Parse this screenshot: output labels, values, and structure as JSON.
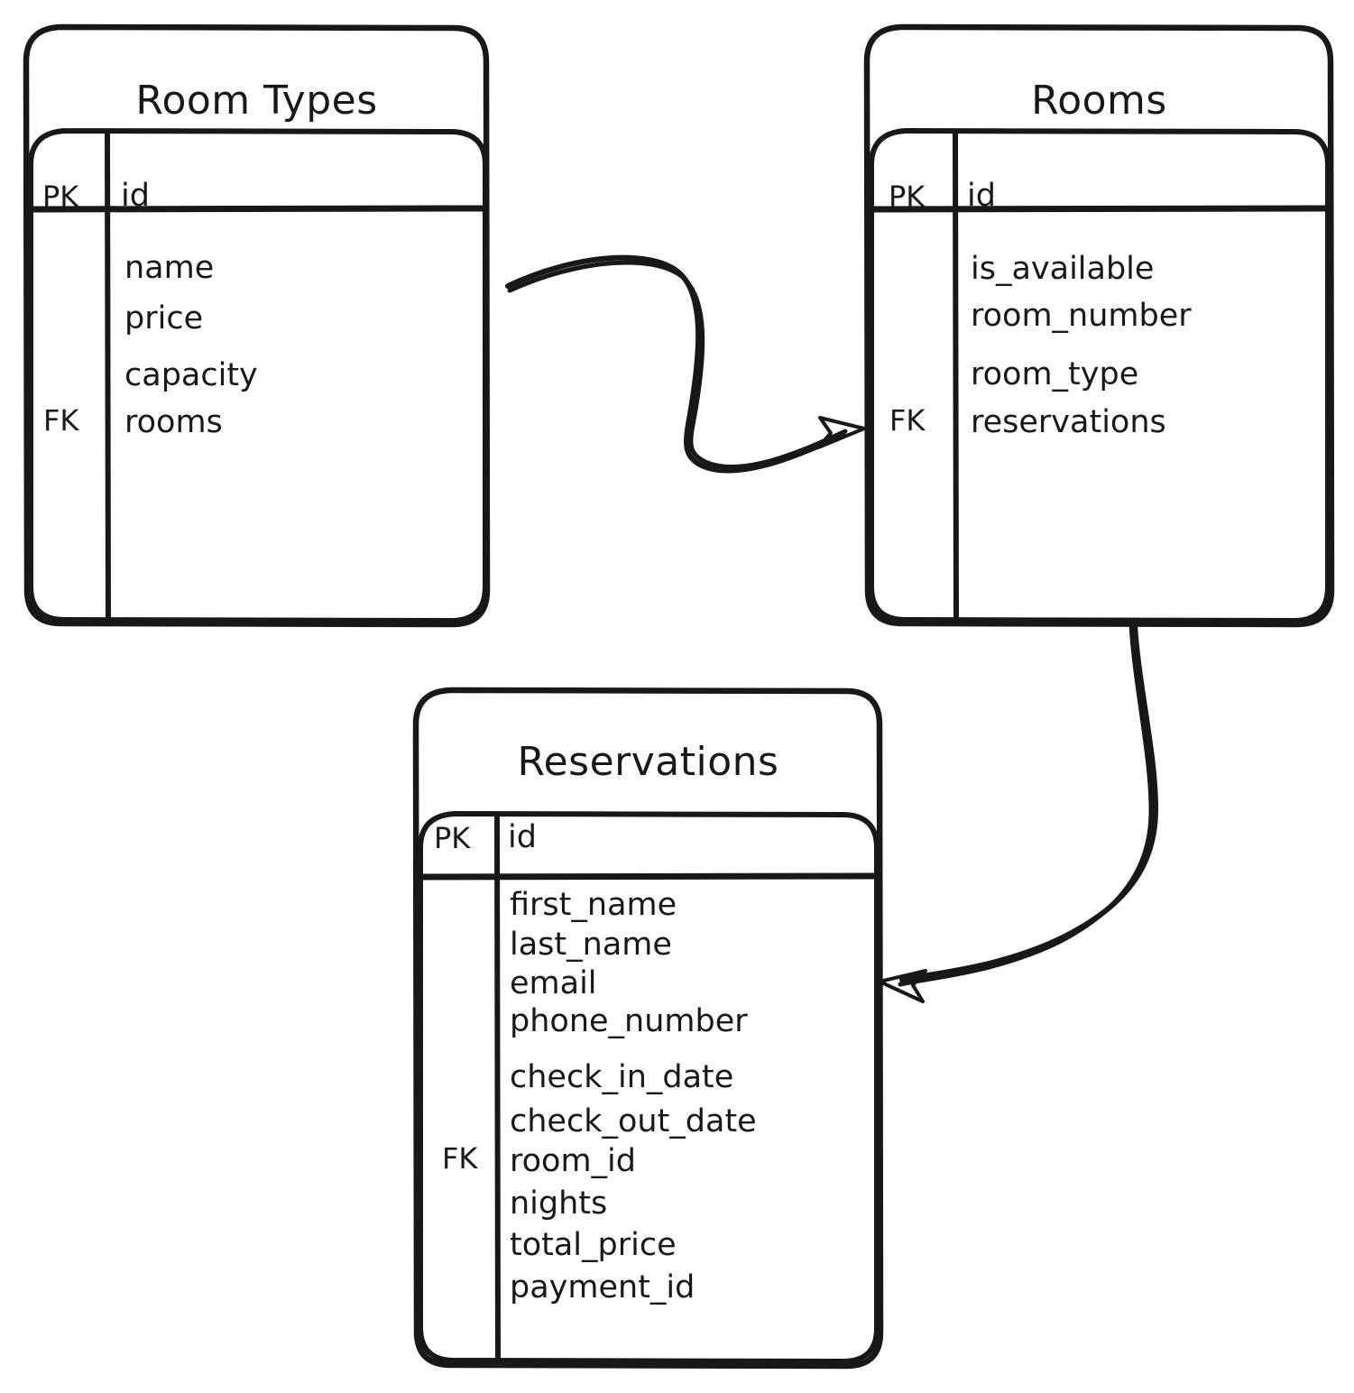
{
  "diagram": {
    "type": "entity-relationship-diagram",
    "style": "hand-drawn-sketch",
    "background_color": "#ffffff",
    "stroke_color": "#17181a",
    "entities": [
      {
        "id": "room_types",
        "title": "Room Types",
        "header": {
          "key": "PK",
          "field": "id"
        },
        "fk_label": "FK",
        "fields": [
          {
            "name": "name",
            "key": ""
          },
          {
            "name": "price",
            "key": ""
          },
          {
            "name": "capacity",
            "key": ""
          },
          {
            "name": "rooms",
            "key": "FK"
          }
        ]
      },
      {
        "id": "rooms",
        "title": "Rooms",
        "header": {
          "key": "PK",
          "field": "id"
        },
        "fk_label": "FK",
        "fields": [
          {
            "name": "is_available",
            "key": ""
          },
          {
            "name": "room_number",
            "key": ""
          },
          {
            "name": "room_type",
            "key": ""
          },
          {
            "name": "reservations",
            "key": "FK"
          }
        ]
      },
      {
        "id": "reservations",
        "title": "Reservations",
        "header": {
          "key": "PK",
          "field": "id"
        },
        "fk_label": "FK",
        "fields": [
          {
            "name": "first_name",
            "key": ""
          },
          {
            "name": "last_name",
            "key": ""
          },
          {
            "name": "email",
            "key": ""
          },
          {
            "name": "phone_number",
            "key": ""
          },
          {
            "name": "check_in_date",
            "key": ""
          },
          {
            "name": "check_out_date",
            "key": ""
          },
          {
            "name": "room_id",
            "key": "FK"
          },
          {
            "name": "nights",
            "key": ""
          },
          {
            "name": "total_price",
            "key": ""
          },
          {
            "name": "payment_id",
            "key": ""
          }
        ]
      }
    ],
    "relationships": [
      {
        "id": "rel-room-types-to-rooms",
        "from": "room_types",
        "to": "rooms",
        "marker": "arrow"
      },
      {
        "id": "rel-rooms-to-reservations",
        "from": "rooms",
        "to": "reservations",
        "marker": "arrow"
      }
    ]
  }
}
